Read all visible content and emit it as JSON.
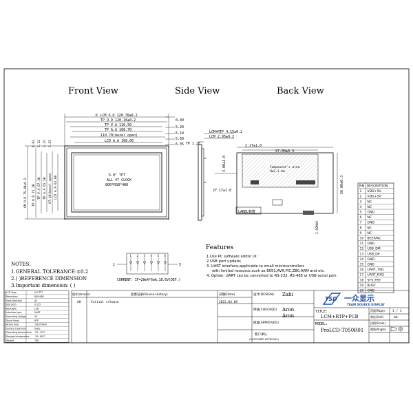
{
  "views": {
    "front": "Front View",
    "side": "Side View",
    "back": "Back View"
  },
  "front_dims": {
    "lcm_outline": "① LCM O.D 120.70±0.2",
    "tp_outline": "TP O.D 120.10±0.2",
    "tp_va": "TP V.A 110.50",
    "tp_aa": "TP A.A 108.70",
    "bezel": "110.70(bezel open)",
    "lcd_aa": "LCD A.A 108.00",
    "gap1": "0.40",
    "gap2": "5.20",
    "gap3": "6.10",
    "gap4": "5.60",
    "gap5": "6.35",
    "left_vals": [
      "0.82",
      "2.12",
      "3.25",
      "3.55"
    ],
    "v_lcm": "CM O.D 75.80±0.2",
    "v_tp": "TP O.D 75.20",
    "v_tpva": "TP V.A 67.30",
    "v_tpaa": "TP A.A 65.50",
    "v_bezel": "67.40(bezel open)",
    "v_lcdaa": "LCD A.A 64.80",
    "panel_size": "5.0\" TFT",
    "panel_clock": "ALL 47 CLOCK",
    "panel_res": "800*RGB*480"
  },
  "side_dims": {
    "tp": "TP 1.20",
    "lcm_rtp": "LCM+RTP 4.15±0.2",
    "lcm": "LCM 2.95±0.2"
  },
  "back_dims": {
    "top": "2.17±1.0",
    "width": "97.00±0.3",
    "v1": "3.00±1.0",
    "v2": "56.00±0.3",
    "left": "27.17±1.0",
    "component": "Component's area",
    "component_h": "H≤2.1 mm",
    "label": "LABEL标签",
    "conn": "2.50MAX"
  },
  "pins": {
    "header": [
      "PIN",
      "DESCRIPTION"
    ],
    "rows": [
      [
        "1",
        "VDD+5V"
      ],
      [
        "2",
        "VDD+5V"
      ],
      [
        "3",
        "NC"
      ],
      [
        "4",
        "NC"
      ],
      [
        "5",
        "GND"
      ],
      [
        "6",
        "NC"
      ],
      [
        "7",
        "GND"
      ],
      [
        "8",
        "NC"
      ],
      [
        "9",
        "NC"
      ],
      [
        "10",
        "BEEP/NC"
      ],
      [
        "11",
        "GND"
      ],
      [
        "12",
        "USB_DM"
      ],
      [
        "13",
        "USB_DP"
      ],
      [
        "14",
        "GND"
      ],
      [
        "15",
        "GND"
      ],
      [
        "16",
        "UART_TXD"
      ],
      [
        "17",
        "UART_RXD"
      ],
      [
        "18",
        "SYS_RST"
      ],
      [
        "19",
        "BUSY"
      ],
      [
        "20",
        "GND"
      ]
    ]
  },
  "features": {
    "title": "Features",
    "items": [
      "1.Use PC software editor UI;",
      "2.USB port update;",
      "3. UART interface,applicable to small microcontrollers",
      "with limited resource,such as 8051,AVR,PIC,Z80,ARM and etc.",
      "4. Option: UART can be converted to RS-232, RS-485 or USB serial port."
    ]
  },
  "connector": {
    "current": "CURRENT: IF=20mA*6mA,18.6V(DEF.)",
    "pin_labels": [
      "1",
      "2",
      "3",
      "4",
      "5",
      "6"
    ]
  },
  "notes": {
    "title": "NOTES:",
    "items": [
      "1.GENERAL TOLERANCE:±0.2",
      "2.( )REFERENCE DIMENSION",
      "3.Important dimension: ( )"
    ]
  },
  "spec_table": [
    [
      "LCD Type",
      "5.0\"TFT"
    ],
    [
      "Resolution",
      "800*480"
    ],
    [
      "View Direction",
      "All"
    ],
    [
      "Dot pitch",
      "0.135"
    ],
    [
      "Backlight",
      "LED"
    ],
    [
      "Interface type",
      "UART"
    ],
    [
      "Operating voltage",
      "5V"
    ],
    [
      "Touch Panel",
      "RTP"
    ],
    [
      "Active area",
      "108.0*64.8"
    ],
    [
      "Surface treatment",
      "Glare"
    ],
    [
      "Operating temperature",
      "-20~70°C"
    ],
    [
      "Storage temperature",
      "-30~80°C"
    ],
    [
      "Weight",
      "TBD"
    ]
  ],
  "revision": {
    "h_ver": "版本(Version)",
    "h_hist": "变更记录(Revise History)",
    "h_date": "日期(Date)",
    "row_ver": "A0",
    "row_hist": "Initial release",
    "row_date": "2022.04.09"
  },
  "signoff": {
    "design_label": "设计(DESIGN)",
    "design_name": "Zahi",
    "check_label": "审核(CHECKED)",
    "check_name": "Aron",
    "approve_label": "批准(APPROVED)",
    "approve_name": "Aron",
    "customer_label": "客户承认",
    "customer_sub": "(CUSTOMER APPROVAL)"
  },
  "company": {
    "cn": "一众显示",
    "en": "TEAM SOURCE DISPLAY",
    "logo_color": "#1f4fa8"
  },
  "title_block": {
    "title_label": "TITLE:",
    "title": "LCM+RTP+PCB",
    "model_label": "MODEL:",
    "model": "ProLCD-T050R01",
    "page_label": "页面(Page)",
    "page_value": "1 / 1",
    "unit_label": "单位(Unit)",
    "unit_value": "mm",
    "scale_label": "比例(Scale)",
    "scale_value": "",
    "proj_label": "视角(Angle)"
  }
}
